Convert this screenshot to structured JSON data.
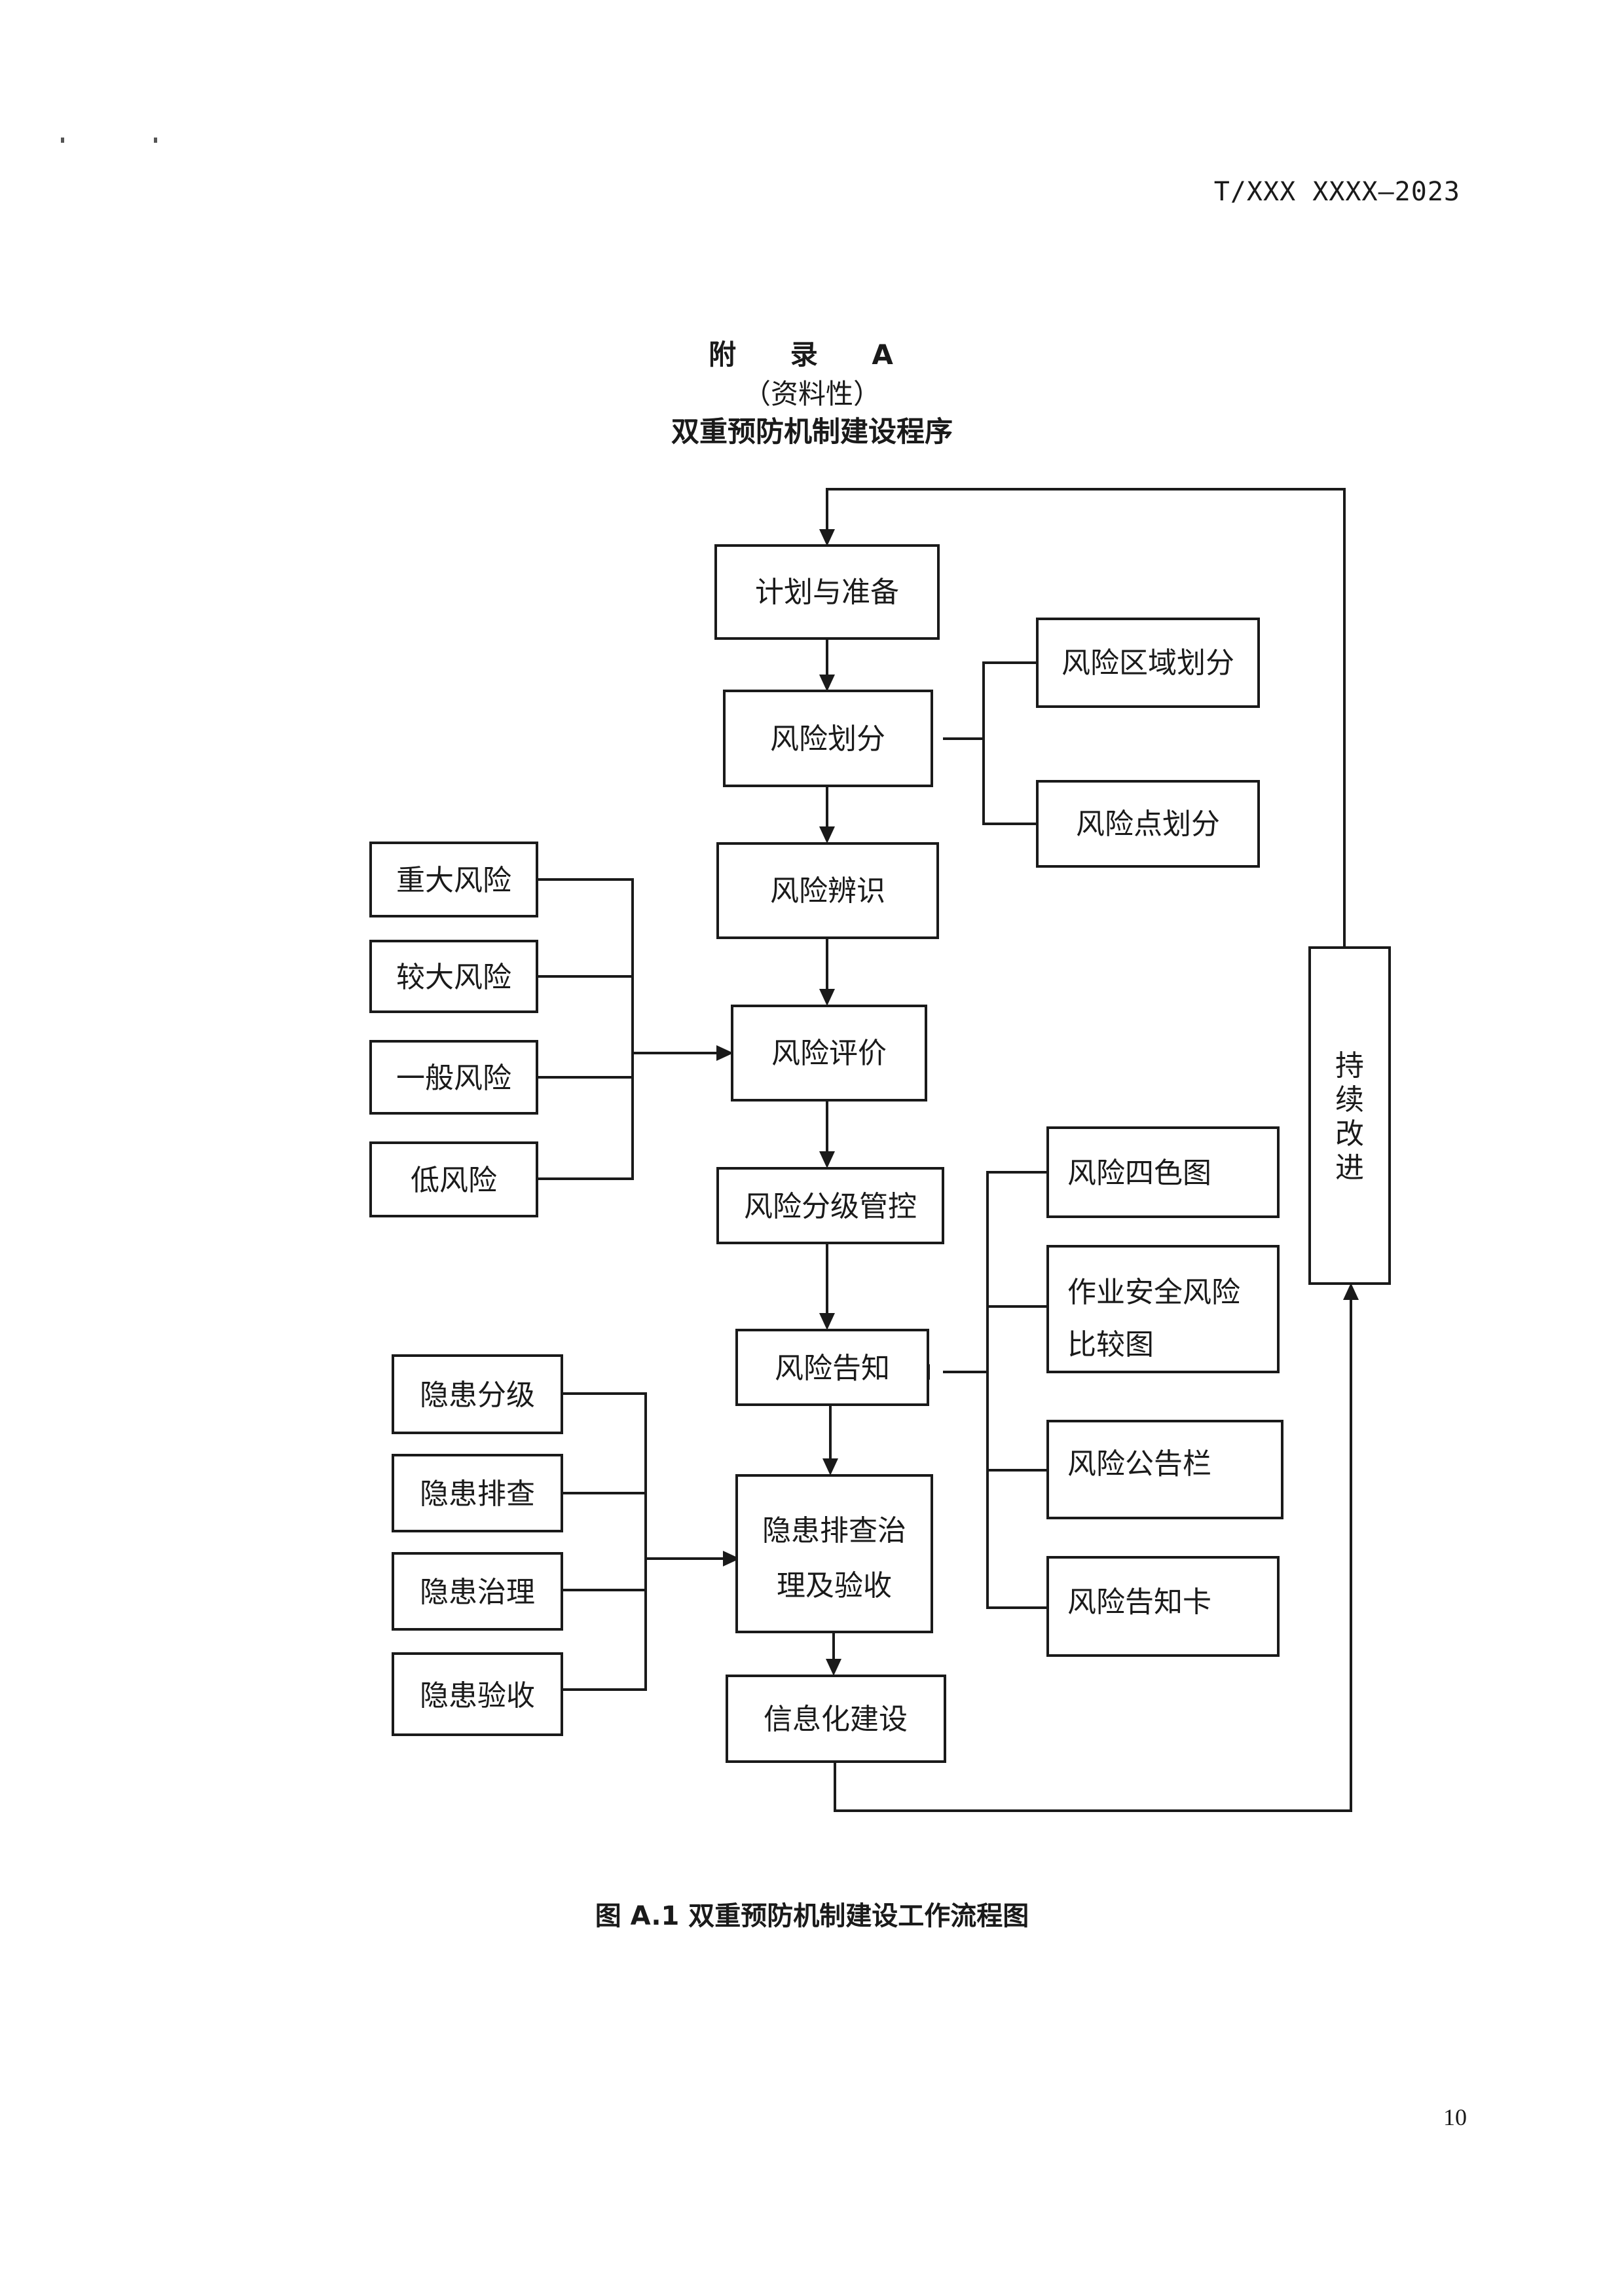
{
  "header": {
    "doc_code": "T/XXX XXXX—2023"
  },
  "appendix": {
    "label": "附 录 A",
    "note": "（资料性）",
    "title": "双重预防机制建设程序"
  },
  "flow": {
    "main": [
      {
        "id": "plan",
        "label": "计划与准备"
      },
      {
        "id": "divide",
        "label": "风险划分"
      },
      {
        "id": "identify",
        "label": "风险辨识"
      },
      {
        "id": "evaluate",
        "label": "风险评价"
      },
      {
        "id": "control",
        "label": "风险分级管控"
      },
      {
        "id": "inform",
        "label": "风险告知"
      },
      {
        "id": "hazard",
        "label": [
          "隐患排查治",
          "理及验收"
        ]
      },
      {
        "id": "info",
        "label": "信息化建设"
      }
    ],
    "divide_inputs": [
      "风险区域划分",
      "风险点划分"
    ],
    "risk_levels": [
      "重大风险",
      "较大风险",
      "一般风险",
      "低风险"
    ],
    "inform_methods": [
      {
        "id": "four-color",
        "label": [
          "风险四色图"
        ]
      },
      {
        "id": "compare-chart",
        "label": [
          "作业安全风险",
          "比较图"
        ]
      },
      {
        "id": "bulletin",
        "label": [
          "风险公告栏"
        ]
      },
      {
        "id": "card",
        "label": [
          "风险告知卡"
        ]
      }
    ],
    "hazard_steps": [
      "隐患分级",
      "隐患排查",
      "隐患治理",
      "隐患验收"
    ],
    "improve": [
      "持",
      "续",
      "改",
      "进"
    ]
  },
  "figure": {
    "caption": "图 A.1  双重预防机制建设工作流程图"
  },
  "page": {
    "number": "10"
  }
}
